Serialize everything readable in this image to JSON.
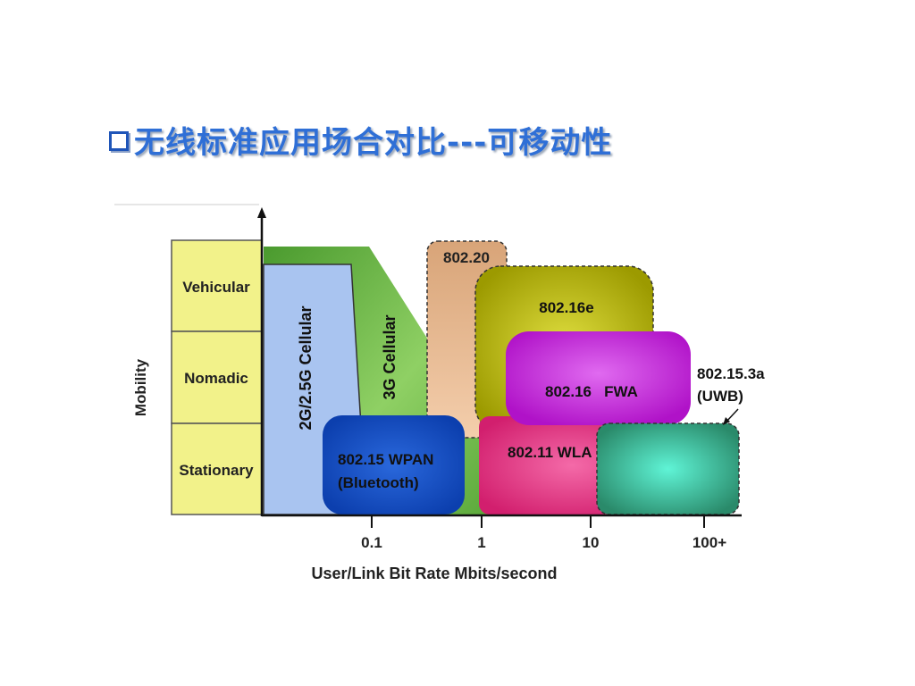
{
  "title": "无线标准应用场合对比---可移动性",
  "y_axis_label": "Mobility",
  "x_axis_label": "User/Link Bit Rate Mbits/second",
  "mobility_levels": [
    "Vehicular",
    "Nomadic",
    "Stationary"
  ],
  "x_ticks": [
    "0.1",
    "1",
    "10",
    "100+"
  ],
  "regions": {
    "cellular_2g": "2G/2.5G Cellular",
    "cellular_3g": "3G Cellular",
    "ieee_802_20": "802.20",
    "ieee_802_16e": "802.16e",
    "ieee_802_16_fwa": "802.16   FWA",
    "ieee_802_15_3a_line1": "802.15.3a",
    "ieee_802_15_3a_line2": "(UWB)",
    "ieee_802_11": "802.11 WLA",
    "ieee_802_15_line1": "802.15 WPAN",
    "ieee_802_15_line2": "(Bluetooth)"
  },
  "colors": {
    "title": "#2f6fd6",
    "mobility_box": "#f2f28a",
    "cellular_2g": "#a9c4f0",
    "cellular_3g": "#6fb64a",
    "ieee_802_20": "#e8b88a",
    "ieee_802_16e": "#b5b400",
    "ieee_802_16_fwa": "#c11fd9",
    "ieee_802_11": "#e0307c",
    "ieee_802_15": "#1f56c8",
    "uwb": "#3ea58a"
  }
}
